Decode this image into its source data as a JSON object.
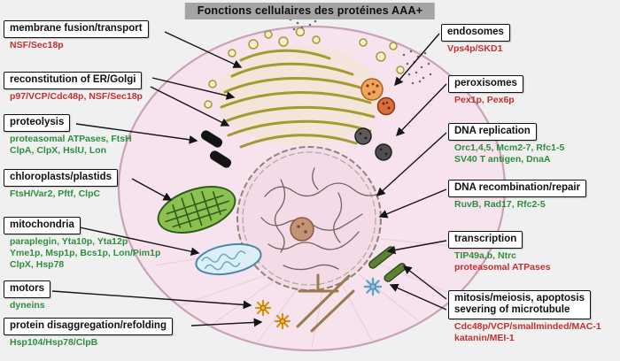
{
  "title": "Fonctions cellulaires des protéines AAA+",
  "colors": {
    "protein_red": "#c23030",
    "protein_green": "#2d8f3c",
    "box_border": "#111111",
    "title_band": "#a4a4a4",
    "background": "#f1f0f1",
    "cell_fill": "#f6e3ee",
    "cell_stroke": "#c9a2b8",
    "er_golgi": "#a49a30",
    "chloroplast": "#8cc152",
    "mitochondrion": "#dceef7",
    "endosome": "#eaa85c",
    "peroxisome": "#5a5a5a",
    "motor": "#d89010"
  },
  "left_labels": [
    {
      "title": "membrane fusion/transport",
      "lines": [
        {
          "text": "NSF/Sec18p",
          "color": "red"
        }
      ]
    },
    {
      "title": "reconstitution of ER/Golgi",
      "lines": [
        {
          "text": "p97/VCP/Cdc48p, NSF/Sec18p",
          "color": "red"
        }
      ]
    },
    {
      "title": "proteolysis",
      "lines": [
        {
          "text": "proteasomal ATPases, FtsH",
          "color": "green"
        },
        {
          "text": "ClpA, ClpX, HslU, Lon",
          "color": "green"
        }
      ]
    },
    {
      "title": "chloroplasts/plastids",
      "lines": [
        {
          "text": "FtsH/Var2, Pftf, ClpC",
          "color": "green"
        }
      ]
    },
    {
      "title": "mitochondria",
      "lines": [
        {
          "text": "paraplegin, Yta10p, Yta12p",
          "color": "green"
        },
        {
          "text": "Yme1p, Msp1p, Bcs1p, Lon/Pim1p",
          "color": "green"
        },
        {
          "text": "ClpX, Hsp78",
          "color": "green"
        }
      ]
    },
    {
      "title": "motors",
      "lines": [
        {
          "text": "dyneins",
          "color": "green"
        }
      ]
    },
    {
      "title": "protein disaggregation/refolding",
      "lines": [
        {
          "text": "Hsp104/Hsp78/ClpB",
          "color": "green"
        }
      ]
    }
  ],
  "right_labels": [
    {
      "title": "endosomes",
      "lines": [
        {
          "text": "Vps4p/SKD1",
          "color": "red"
        }
      ]
    },
    {
      "title": "peroxisomes",
      "lines": [
        {
          "text": "Pex1p, Pex6p",
          "color": "red"
        }
      ]
    },
    {
      "title": "DNA replication",
      "lines": [
        {
          "text": "Orc1,4,5, Mcm2-7, Rfc1-5",
          "color": "green"
        },
        {
          "text": "SV40 T antigen, DnaA",
          "color": "green"
        }
      ]
    },
    {
      "title": "DNA recombination/repair",
      "lines": [
        {
          "text": "RuvB, Rad17, Rfc2-5",
          "color": "green"
        }
      ]
    },
    {
      "title": "transcription",
      "lines": [
        {
          "text": "TIP49a,b, Ntrc",
          "color": "green"
        },
        {
          "text": "proteasomal ATPases",
          "color": "red"
        }
      ]
    },
    {
      "title": "mitosis/meiosis, apoptosis",
      "title2": "severing of microtubule",
      "lines": [
        {
          "text": "Cdc48p/VCP/smallminded/MAC-1",
          "color": "red"
        },
        {
          "text": "katanin/MEI-1",
          "color": "red"
        }
      ]
    }
  ],
  "organelle_icons": [
    "cell-membrane",
    "er-golgi-stack",
    "secretory-vesicles",
    "secretion-dots",
    "nucleus",
    "chromatin",
    "nucleolus",
    "chloroplast",
    "mitochondrion",
    "proteasome-rods",
    "endosome-vesicles",
    "peroxisome-bodies",
    "spindle-rods",
    "severed-microtubule-star",
    "motor-asterisks",
    "microtubule-lines",
    "pointer-arrows"
  ]
}
